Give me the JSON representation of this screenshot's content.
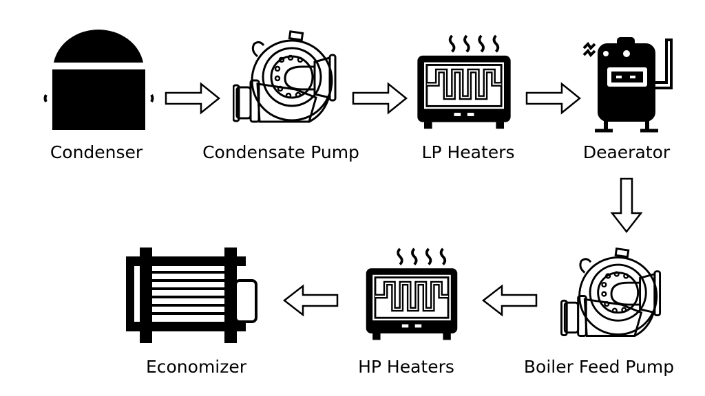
{
  "nodes": [
    {
      "id": "condenser",
      "label": "Condenser",
      "icon": "condenser-icon"
    },
    {
      "id": "condensate-pump",
      "label": "Condensate Pump",
      "icon": "pump-icon"
    },
    {
      "id": "lp-heaters",
      "label": "LP Heaters",
      "icon": "heater-icon"
    },
    {
      "id": "deaerator",
      "label": "Deaerator",
      "icon": "deaerator-icon"
    },
    {
      "id": "boiler-feed-pump",
      "label": "Boiler Feed Pump",
      "icon": "pump-icon"
    },
    {
      "id": "hp-heaters",
      "label": "HP Heaters",
      "icon": "heater-icon"
    },
    {
      "id": "economizer",
      "label": "Economizer",
      "icon": "economizer-icon"
    }
  ],
  "edges": [
    [
      "condenser",
      "condensate-pump"
    ],
    [
      "condensate-pump",
      "lp-heaters"
    ],
    [
      "lp-heaters",
      "deaerator"
    ],
    [
      "deaerator",
      "boiler-feed-pump"
    ],
    [
      "boiler-feed-pump",
      "hp-heaters"
    ],
    [
      "hp-heaters",
      "economizer"
    ]
  ],
  "colors": {
    "ink": "#000000",
    "background": "#ffffff"
  }
}
